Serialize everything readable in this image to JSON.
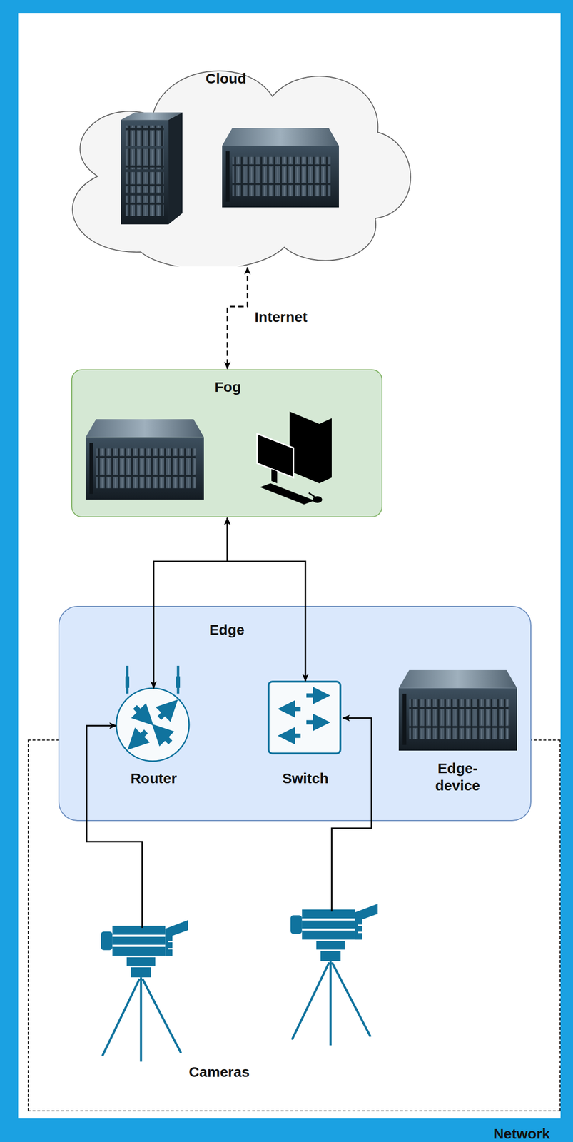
{
  "diagram": {
    "nodes": [
      {
        "text": [
          "Cloud"
        ]
      },
      {
        "text": [
          "Fog"
        ]
      },
      {
        "text": [
          "Edge"
        ]
      },
      {
        "text": [
          "Router"
        ],
        "in": 2
      },
      {
        "text": [
          "Switch"
        ],
        "in": 2
      },
      {
        "text": [
          "Edge-device"
        ],
        "in": 2
      },
      {
        "text": [
          "Network"
        ]
      },
      {
        "text": [
          "Cameras"
        ],
        "in": 6
      }
    ],
    "edges": [
      {
        "from": 0,
        "to": 1,
        "arrow": "both",
        "label": "Internet"
      },
      {
        "from": 1,
        "to": 3,
        "arrow": "both"
      },
      {
        "from": 1,
        "to": 4,
        "arrow": "both"
      },
      {
        "from": 7,
        "to": 3,
        "arrow": "to"
      },
      {
        "from": 7,
        "to": 4,
        "arrow": "to"
      }
    ]
  }
}
